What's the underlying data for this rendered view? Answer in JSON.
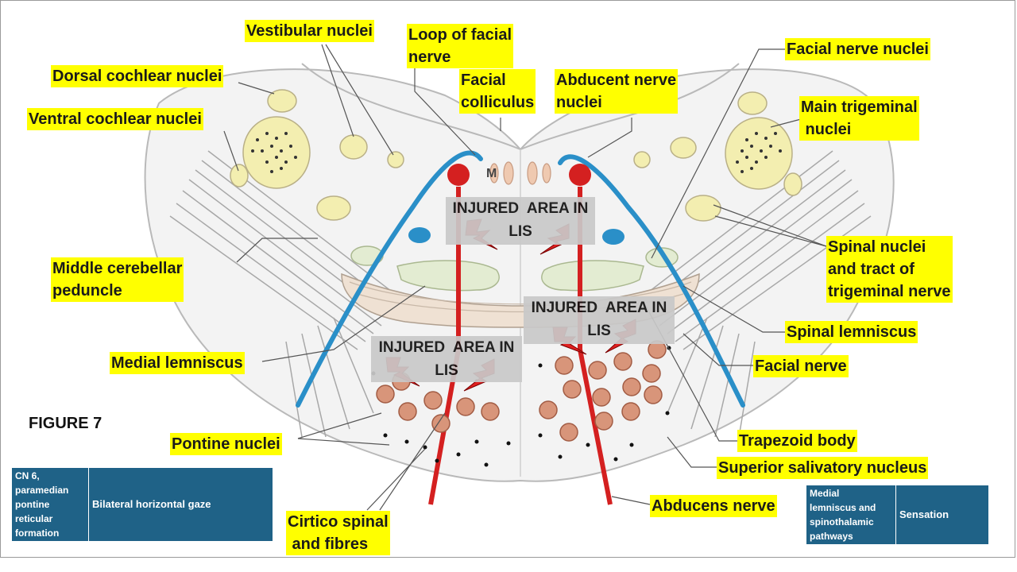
{
  "figure_label": "FIGURE 7",
  "labels": {
    "vestibular": "Vestibular nuclei",
    "loop_facial": "Loop of facial\nnerve",
    "facial_colliculus": "Facial\ncolliculus",
    "abducent_nuclei": "Abducent nerve\nnuclei",
    "facial_nerve_nuclei": "Facial nerve nuclei",
    "dorsal_cochlear": "Dorsal cochlear nuclei",
    "ventral_cochlear": "Ventral cochlear nuclei",
    "main_trigeminal": "Main trigeminal\n nuclei",
    "spinal_trigeminal": "Spinal nuclei\nand tract of\ntrigeminal nerve",
    "middle_cerebellar": "Middle cerebellar\npeduncle",
    "spinal_lemniscus": "Spinal lemniscus",
    "medial_lemniscus": "Medial lemniscus",
    "facial_nerve": "Facial nerve",
    "trapezoid": "Trapezoid body",
    "superior_salivatory": "Superior salivatory nucleus",
    "pontine_nuclei": "Pontine nuclei",
    "abducens_nerve": "Abducens nerve",
    "corticospinal": "Cirtico spinal\n and fibres",
    "m_marker": "M"
  },
  "injury_boxes": [
    {
      "text": "INJURED  AREA IN\nLIS"
    },
    {
      "text": "INJURED  AREA IN\nLIS"
    },
    {
      "text": "INJURED  AREA IN\nLIS"
    }
  ],
  "table_left": {
    "col1": "CN 6,\nparamedian\npontine\nreticular\nformation",
    "col2": "Bilateral horizontal gaze"
  },
  "table_right": {
    "col1": "Medial\nlemniscus and\nspinothalamic\npathways",
    "col2": "Sensation"
  },
  "colors": {
    "highlight": "#ffff00",
    "table_bg": "#1f6287",
    "nerve_blue": "#2a8fc8",
    "tract_red": "#d42020",
    "injury_box": "#c9c9c9",
    "nucleus_yellow": "#f3eeb0",
    "pontine_brown": "#d8957a"
  }
}
